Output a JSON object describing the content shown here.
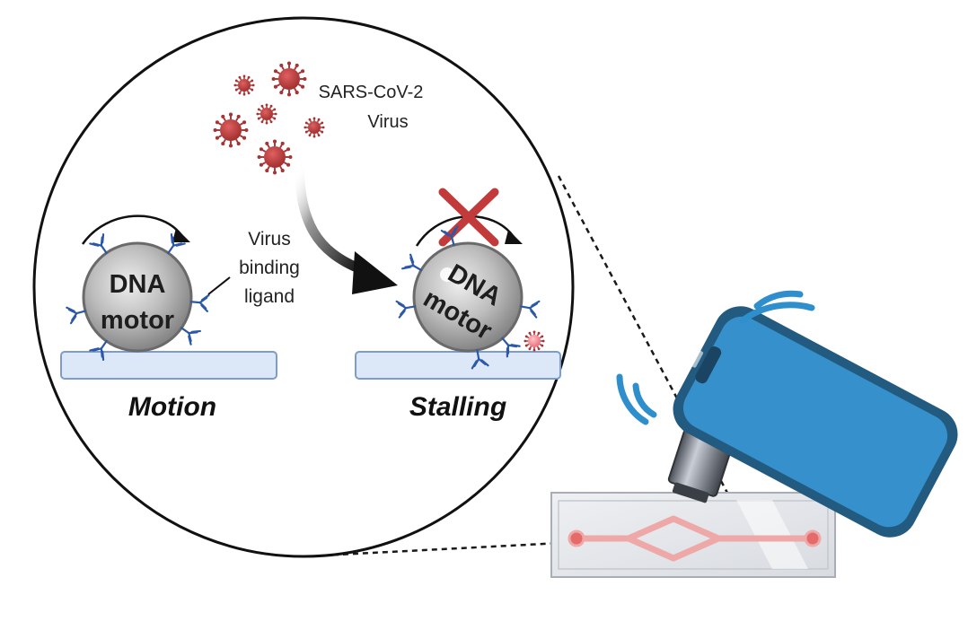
{
  "virus_label": {
    "line1": "SARS-CoV-2",
    "line2": "Virus"
  },
  "ligand_label": {
    "line1": "Virus",
    "line2": "binding",
    "line3": "ligand"
  },
  "motor_left": {
    "line1": "DNA",
    "line2": "motor"
  },
  "motor_right": {
    "line1": "DNA",
    "line2": "motor"
  },
  "states": {
    "left": "Motion",
    "right": "Stalling"
  },
  "colors": {
    "virus": "#b83a3a",
    "antibody": "#2b58a8",
    "motor_fill": "#b4b4b4",
    "surface": "#dce7f7",
    "surface_stroke": "#7d9ccc",
    "cross": "#c23a3a",
    "phone_screen": "#3590cc",
    "phone_frame": "#225a80",
    "signal": "#2f8fcc",
    "channel": "#efa8a8",
    "chip": "#e3e6eb"
  }
}
